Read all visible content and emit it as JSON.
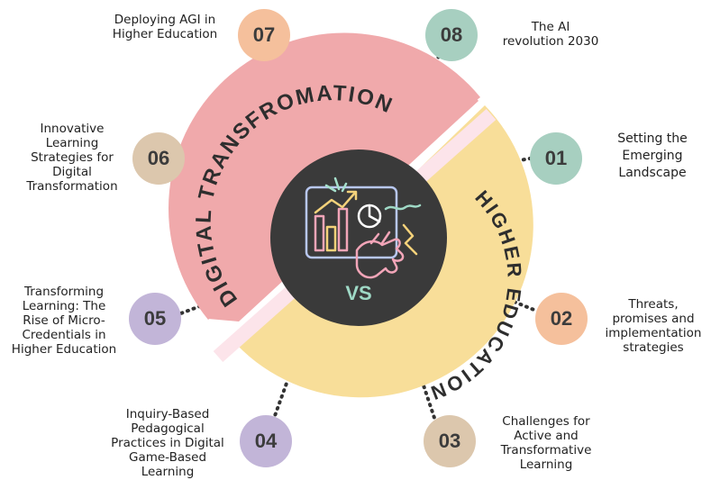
{
  "center": {
    "top_arc_text": "DIGITAL TRANSFROMATION",
    "bottom_arc_text": "HIGHER EDUCATION",
    "vs_text": "VS",
    "colors": {
      "top_ring": "#f0a9ab",
      "bottom_ring": "#f8de99",
      "core": "#3a3a3a",
      "divider": "#fce4ea"
    }
  },
  "nodes": [
    {
      "number": "01",
      "lines": [
        "Setting the",
        "Emerging",
        "Landscape"
      ],
      "color": "#a7cfc0"
    },
    {
      "number": "02",
      "lines": [
        "Threats,",
        "promises and",
        "implementation",
        "strategies"
      ],
      "color": "#f5c09c"
    },
    {
      "number": "03",
      "lines": [
        "Challenges for",
        "Active and",
        "Transformative",
        "Learning"
      ],
      "color": "#dcc7ad"
    },
    {
      "number": "04",
      "lines": [
        "Inquiry-Based",
        "Pedagogical",
        "Practices in Digital",
        "Game-Based",
        "Learning"
      ],
      "color": "#c2b5d8"
    },
    {
      "number": "05",
      "lines": [
        "Transforming",
        "Learning: The",
        "Rise of Micro-",
        "Credentials in",
        "Higher Education"
      ],
      "color": "#c2b5d8"
    },
    {
      "number": "06",
      "lines": [
        "Innovative",
        "Learning",
        "Strategies for",
        "Digital",
        "Transformation"
      ],
      "color": "#dcc7ad"
    },
    {
      "number": "07",
      "lines": [
        "Deploying AGI in",
        "Higher Education"
      ],
      "color": "#f5c09c"
    },
    {
      "number": "08",
      "lines": [
        "The AI",
        "revolution 2030"
      ],
      "color": "#a7cfc0"
    }
  ]
}
